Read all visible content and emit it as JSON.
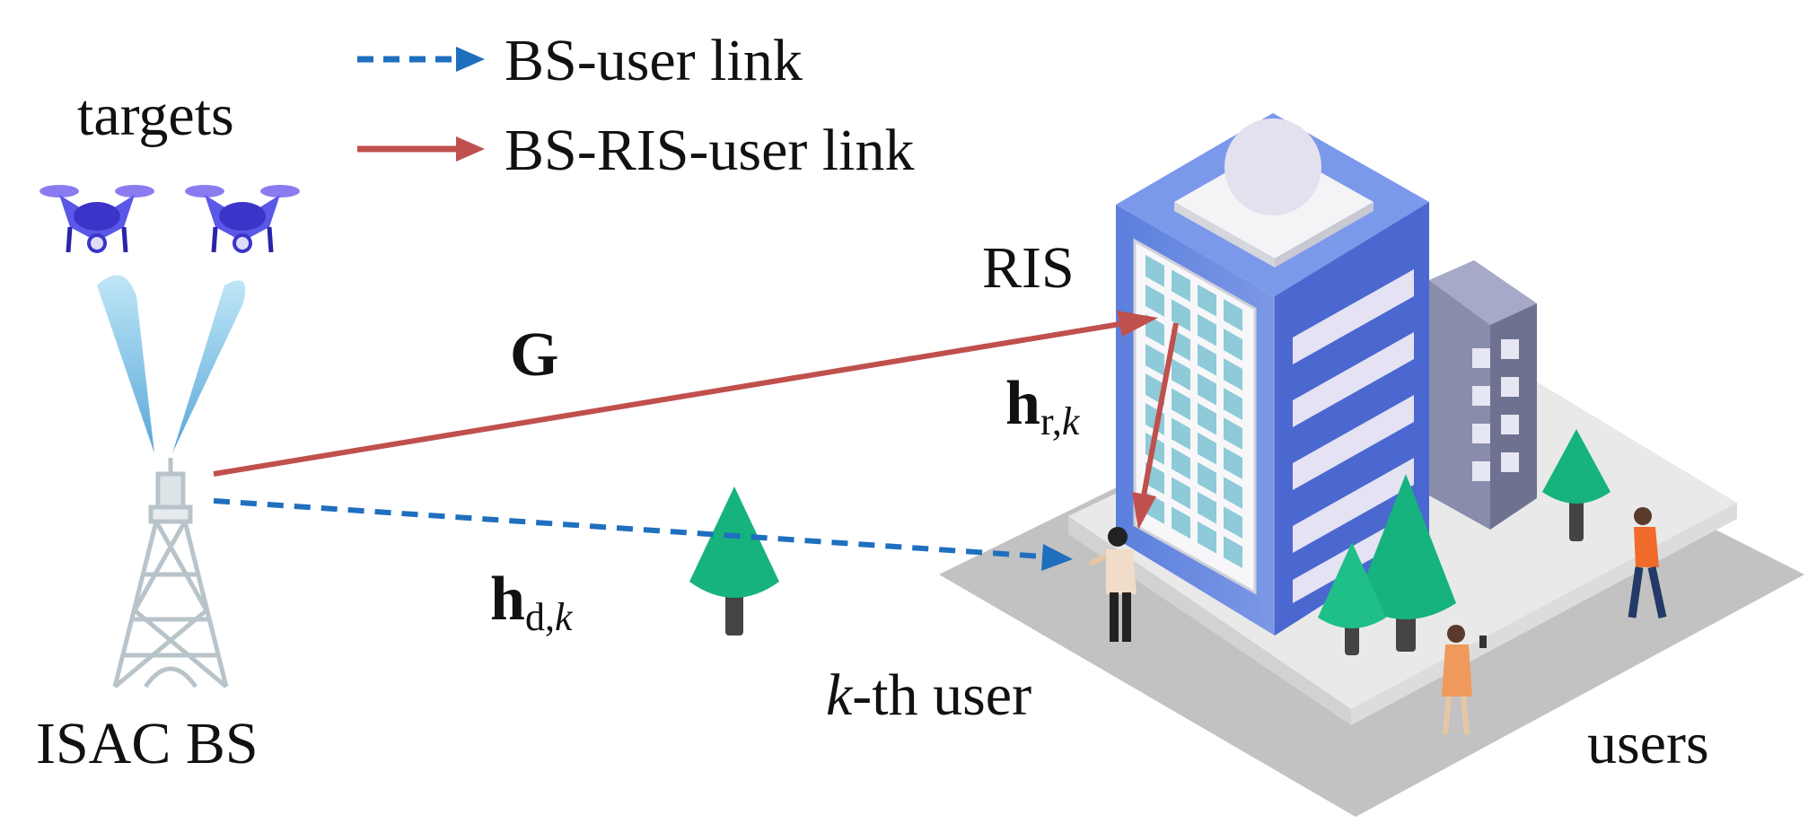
{
  "legend": {
    "bs_user": "BS-user link",
    "bs_ris_user": "BS-RIS-user link"
  },
  "labels": {
    "targets": "targets",
    "isac_bs": "ISAC BS",
    "ris": "RIS",
    "users": "users",
    "kth_user_k": "k",
    "kth_user_rest": "-th user",
    "channel_G": "G",
    "channel_hr_main": "h",
    "channel_hr_sub": "r,",
    "channel_hr_k": "k",
    "channel_hd_main": "h",
    "channel_hd_sub": "d,",
    "channel_hd_k": "k"
  },
  "colors": {
    "bs_user_link": "#1f6fbf",
    "bs_ris_user_link": "#c0504d",
    "building_front": "#6f8de0",
    "building_side": "#4d6bcc",
    "tree": "#16b37e",
    "ground": "#c8c8c8",
    "platform": "#eeeeee"
  },
  "icons": [
    "drone-icon",
    "drone-icon",
    "beam-icon",
    "tower-icon",
    "building-icon",
    "ris-panel-icon",
    "tree-icon",
    "person-icon"
  ]
}
